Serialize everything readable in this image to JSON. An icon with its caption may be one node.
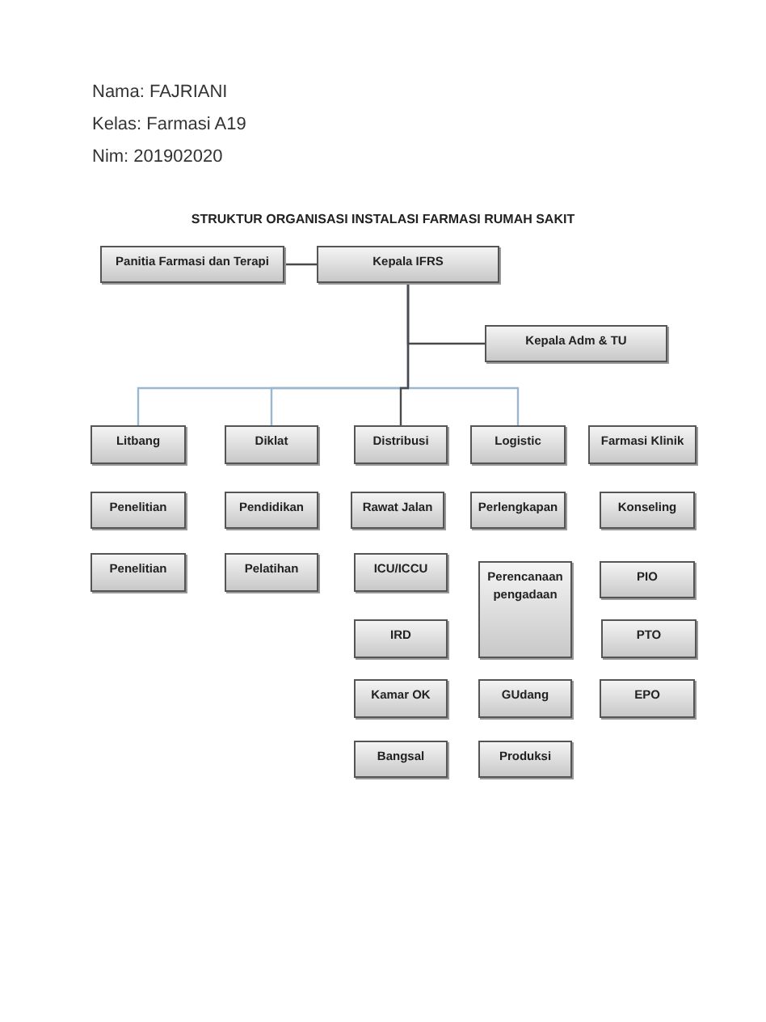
{
  "diagram": {
    "title": "STRUKTUR ORGANISASI INSTALASI FARMASI RUMAH SAKIT",
    "nodes": [
      {
        "text": [
          "Panitia Farmasi dan Terapi"
        ]
      },
      {
        "text": [
          "Kepala IFRS"
        ]
      },
      {
        "text": [
          "Kepala Adm & TU"
        ]
      },
      {
        "text": [
          "Litbang"
        ]
      },
      {
        "text": [
          "Diklat"
        ]
      },
      {
        "text": [
          "Distribusi"
        ]
      },
      {
        "text": [
          "Logistic"
        ]
      },
      {
        "text": [
          "Farmasi Klinik"
        ]
      },
      {
        "text": [
          "Penelitian"
        ]
      },
      {
        "text": [
          "Pendidikan"
        ]
      },
      {
        "text": [
          "Rawat Jalan"
        ]
      },
      {
        "text": [
          "Perlengkapan"
        ]
      },
      {
        "text": [
          "Konseling"
        ]
      },
      {
        "text": [
          "Penelitian"
        ]
      },
      {
        "text": [
          "Pelatihan"
        ]
      },
      {
        "text": [
          "ICU/ICCU"
        ]
      },
      {
        "text": [
          "Perencanaan pengadaan"
        ]
      },
      {
        "text": [
          "PIO"
        ]
      },
      {
        "text": [
          "IRD"
        ]
      },
      {
        "text": [
          "PTO"
        ]
      },
      {
        "text": [
          "Kamar OK"
        ]
      },
      {
        "text": [
          "GUdang"
        ]
      },
      {
        "text": [
          "EPO"
        ]
      },
      {
        "text": [
          "Bangsal"
        ]
      },
      {
        "text": [
          "Produksi"
        ]
      }
    ],
    "edges": [
      {
        "from": 0,
        "to": 1,
        "arrow": "none"
      },
      {
        "from": 1,
        "to": 2,
        "arrow": "none"
      },
      {
        "from": 1,
        "to": 3,
        "arrow": "none",
        "color": "#9bb7cf"
      },
      {
        "from": 1,
        "to": 4,
        "arrow": "none",
        "color": "#9bb7cf"
      },
      {
        "from": 1,
        "to": 5,
        "arrow": "none"
      },
      {
        "from": 1,
        "to": 6,
        "arrow": "none",
        "color": "#9bb7cf"
      }
    ],
    "labels": [
      "Nama: FAJRIANI",
      "Kelas: Farmasi A19",
      "Nim: 201902020"
    ]
  }
}
